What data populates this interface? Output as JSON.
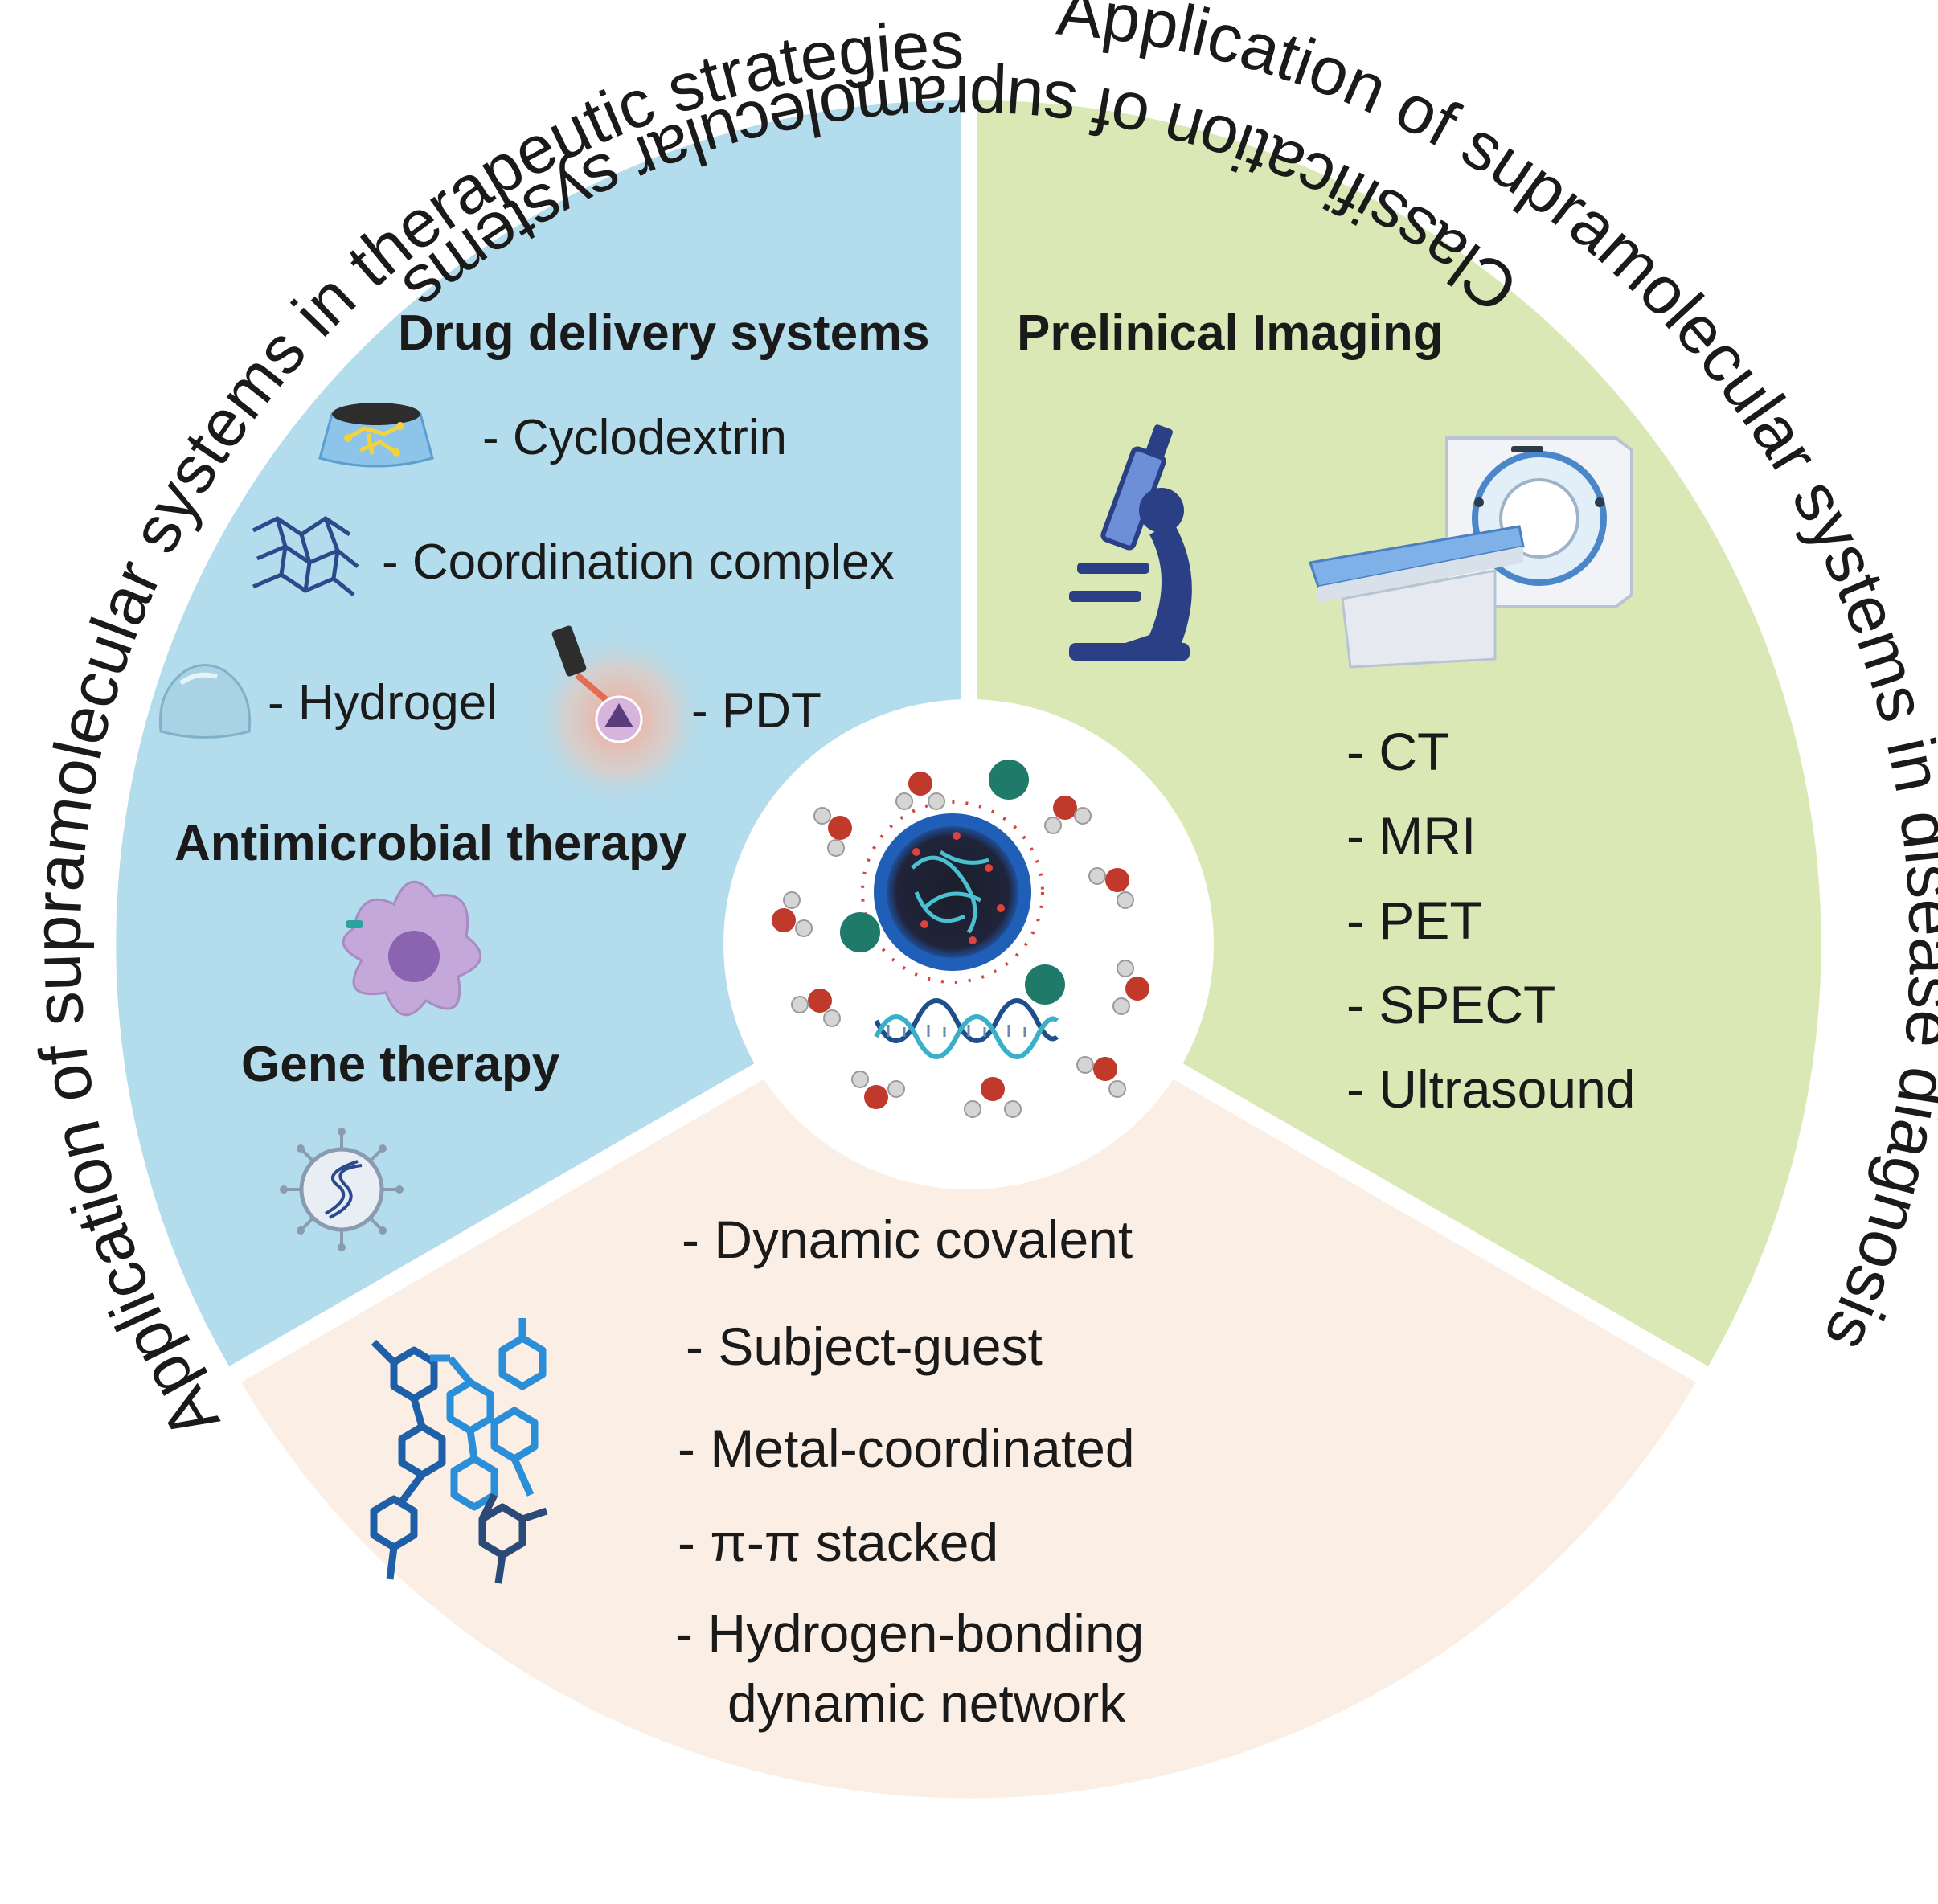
{
  "ring_titles": {
    "therapeutic": "Application of supramolecular systems in therapeutic strategies",
    "diagnosis": "Application of supramolecular systems in disease diagnosis",
    "classification": "Classification of supramolecular systems"
  },
  "therapeutic": {
    "drug_delivery_heading": "Drug delivery systems",
    "items": {
      "cyclodextrin": "- Cyclodextrin",
      "coordination": "- Coordination complex",
      "hydrogel": "- Hydrogel",
      "pdt": "- PDT"
    },
    "antimicrobial_heading": "Antimicrobial therapy",
    "gene_heading": "Gene therapy"
  },
  "diagnosis": {
    "heading": "Prelinical Imaging",
    "items": [
      "- CT",
      "- MRI",
      "- PET",
      "- SPECT",
      "- Ultrasound"
    ]
  },
  "classification": {
    "items": [
      "- Dynamic covalent",
      "- Subject-guest",
      "- Metal-coordinated",
      "- π-π stacked",
      "- Hydrogen-bonding",
      "dynamic network"
    ]
  },
  "colors": {
    "therapeutic_sector": "#b3dcec",
    "diagnosis_sector": "#d9e8b4",
    "classification_sector": "#fbefe5",
    "icon_blue": "#2b4a8c",
    "icon_light_blue": "#3a86c8",
    "water_red": "#c0392b",
    "teal": "#1f7a6a"
  },
  "icons": [
    "cyclodextrin-icon",
    "coordination-network-icon",
    "hydrogel-icon",
    "pdt-laser-icon",
    "macrophage-icon",
    "virus-dna-icon",
    "microscope-icon",
    "ct-scanner-icon",
    "nanoparticle-icon",
    "water-molecule-icon",
    "dna-helix-icon",
    "molecular-stack-icon"
  ]
}
